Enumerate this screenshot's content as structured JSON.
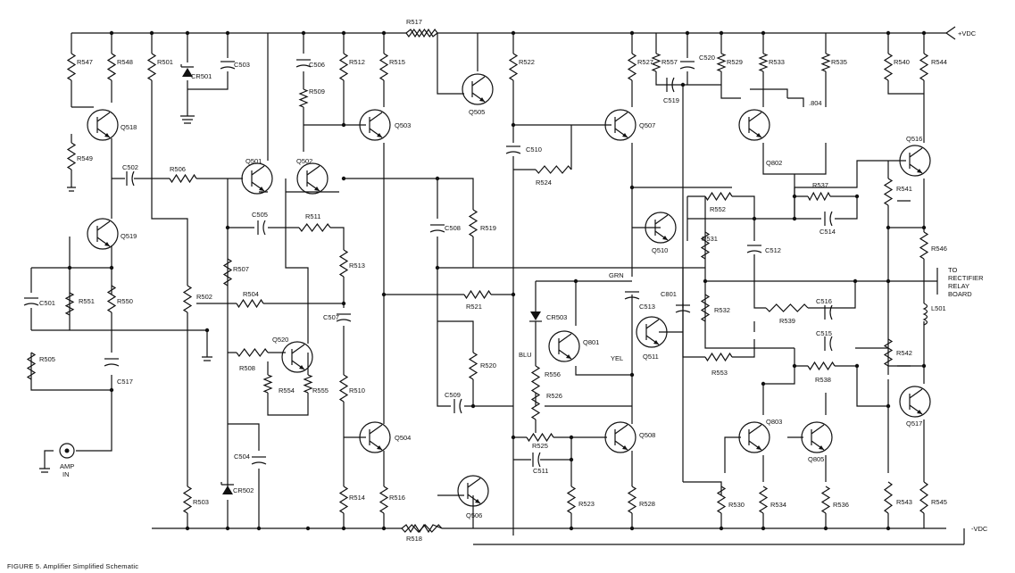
{
  "rails": {
    "positive": "+VDC",
    "negative": "-VDC"
  },
  "input": {
    "line1": "AMP",
    "line2": "IN"
  },
  "output": {
    "line1": "TO",
    "line2": "RECTIFIER",
    "line3": "RELAY",
    "line4": "BOARD"
  },
  "wire_tags": {
    "grn": "GRN",
    "blu": "BLU",
    "yel": "YEL",
    "b804": ".804"
  },
  "caption": "FIGURE 5. Amplifier Simplified Schematic",
  "transistors": [
    "Q518",
    "Q519",
    "Q501",
    "Q502",
    "Q503",
    "Q520",
    "Q504",
    "Q505",
    "Q506",
    "Q507",
    "Q510",
    "Q801",
    "Q511",
    "Q508",
    "Q802",
    "Q803",
    "Q805",
    "Q516",
    "Q517"
  ],
  "resistors": [
    "R547",
    "R548",
    "R501",
    "R512",
    "R515",
    "R517",
    "R549",
    "R506",
    "R509",
    "R511",
    "R513",
    "R507",
    "R504",
    "R502",
    "R508",
    "R554",
    "R555",
    "R510",
    "R503",
    "R514",
    "R516",
    "R518",
    "R551",
    "R550",
    "R505",
    "R519",
    "R521",
    "R520",
    "R522",
    "R524",
    "R556",
    "R526",
    "R525",
    "R523",
    "R528",
    "R527",
    "R557",
    "R529",
    "R533",
    "R535",
    "R540",
    "R544",
    "R552",
    "R537",
    "R541",
    "R531",
    "R532",
    "R539",
    "R546",
    "R553",
    "R538",
    "R542",
    "R530",
    "R534",
    "R536",
    "R543",
    "R545"
  ],
  "capacitors": [
    "C503",
    "C506",
    "C502",
    "C505",
    "C507",
    "C501",
    "C517",
    "C504",
    "C508",
    "C509",
    "C510",
    "C511",
    "C513",
    "C520",
    "C519",
    "C801",
    "C512",
    "C514",
    "C516",
    "C515"
  ],
  "diodes": [
    "CR501",
    "CR502",
    "CR503"
  ],
  "inductors": [
    "L501"
  ],
  "colors": {
    "ink": "#111111",
    "paper": "#ffffff"
  }
}
